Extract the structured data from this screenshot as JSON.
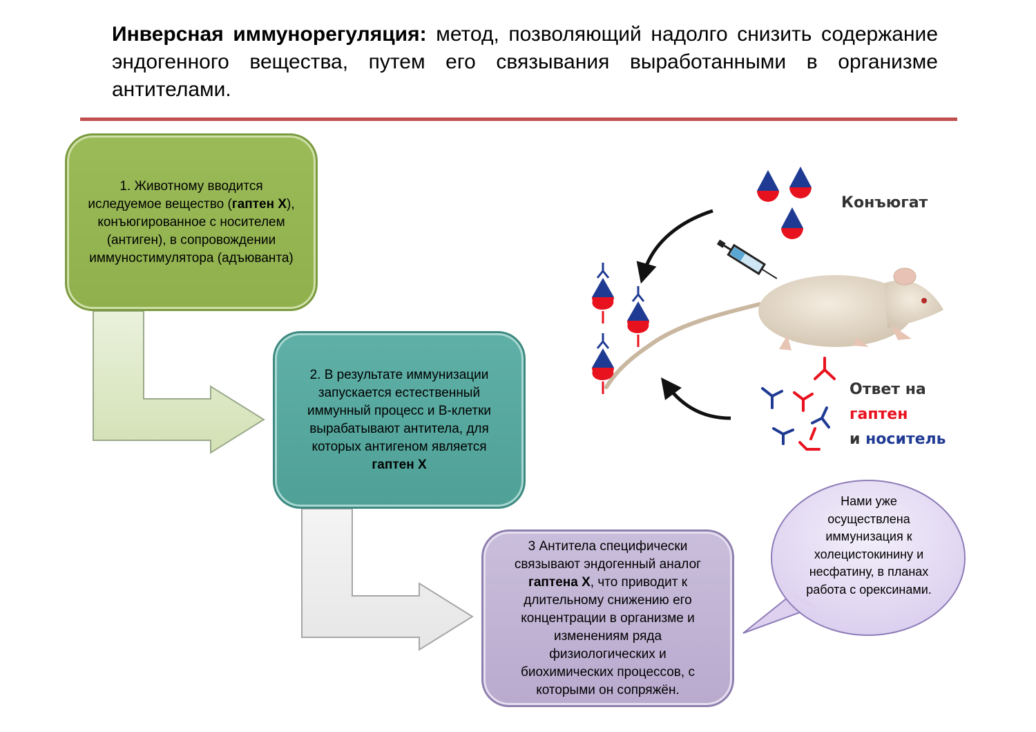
{
  "header": {
    "term": "Инверсная иммунорегуляция:",
    "definition": " метод, позволяющий надолго снизить содержание эндогенного вещества, путем его связывания выработанными в организме антителами."
  },
  "steps": [
    {
      "before": "1. Животному вводится иследуемое вещество (",
      "bold": "гаптен Х",
      "after": "), конъюгированное с носителем (антиген), в сопровождении иммуностимулятора (адъюванта)"
    },
    {
      "before": "2. В результате иммунизации запускается естественный иммунный процесс и B-клетки вырабатывают антитела, для которых антигеном является ",
      "bold": "гаптен Х",
      "after": ""
    },
    {
      "before": "3 Антитела специфически связывают эндогенный аналог ",
      "bold": "гаптена Х",
      "after": ", что приводит к длительному снижению его концентрации в организме и изменениям ряда физиологических и биохимических процессов, с которыми он сопряжён."
    }
  ],
  "bubble": {
    "text": "Нами уже осуществлена иммунизация к холецистокинину и несфатину, в планах работа с орексинами."
  },
  "illustration": {
    "conjugate_label": "Конъюгат",
    "response_line1": "Ответ на",
    "response_hapten": "гаптен",
    "response_and": "и",
    "response_carrier": "носитель",
    "colors": {
      "red": "#e8121e",
      "blue": "#1f3a93",
      "text": "#333333"
    }
  }
}
